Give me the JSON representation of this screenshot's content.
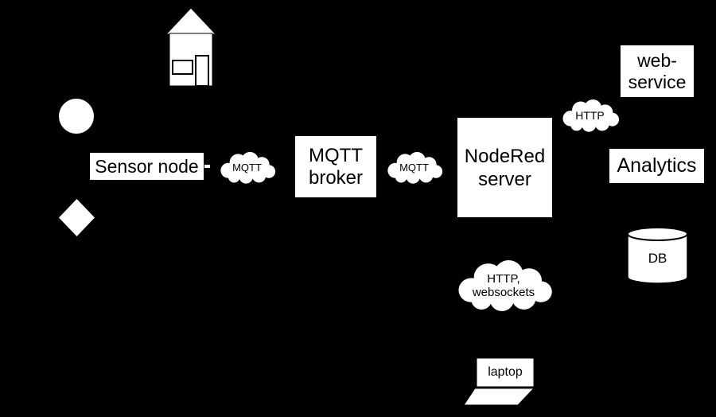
{
  "palette": {
    "background": "#000000",
    "shape_fill": "#ffffff",
    "text_color": "#000000"
  },
  "diagram": {
    "nodes": {
      "sensor_node": {
        "label": "Sensor node"
      },
      "mqtt_broker": {
        "line1": "MQTT",
        "line2": "broker"
      },
      "nodered_server": {
        "line1": "NodeRed",
        "line2": "server"
      },
      "web_service": {
        "line1": "web-",
        "line2": "service"
      },
      "analytics": {
        "label": "Analytics"
      },
      "db": {
        "label": "DB"
      },
      "laptop": {
        "label": "laptop"
      }
    },
    "clouds": {
      "mqtt_left": {
        "label": "MQTT"
      },
      "mqtt_right": {
        "label": "MQTT"
      },
      "http": {
        "label": "HTTP"
      },
      "http_websockets": {
        "line1": "HTTP,",
        "line2": "websockets"
      }
    },
    "icons": {
      "house": "house-icon",
      "circle": "circle-shape-icon",
      "diamond": "diamond-shape-icon",
      "db_cylinder": "database-cylinder-icon",
      "laptop": "laptop-icon"
    }
  }
}
